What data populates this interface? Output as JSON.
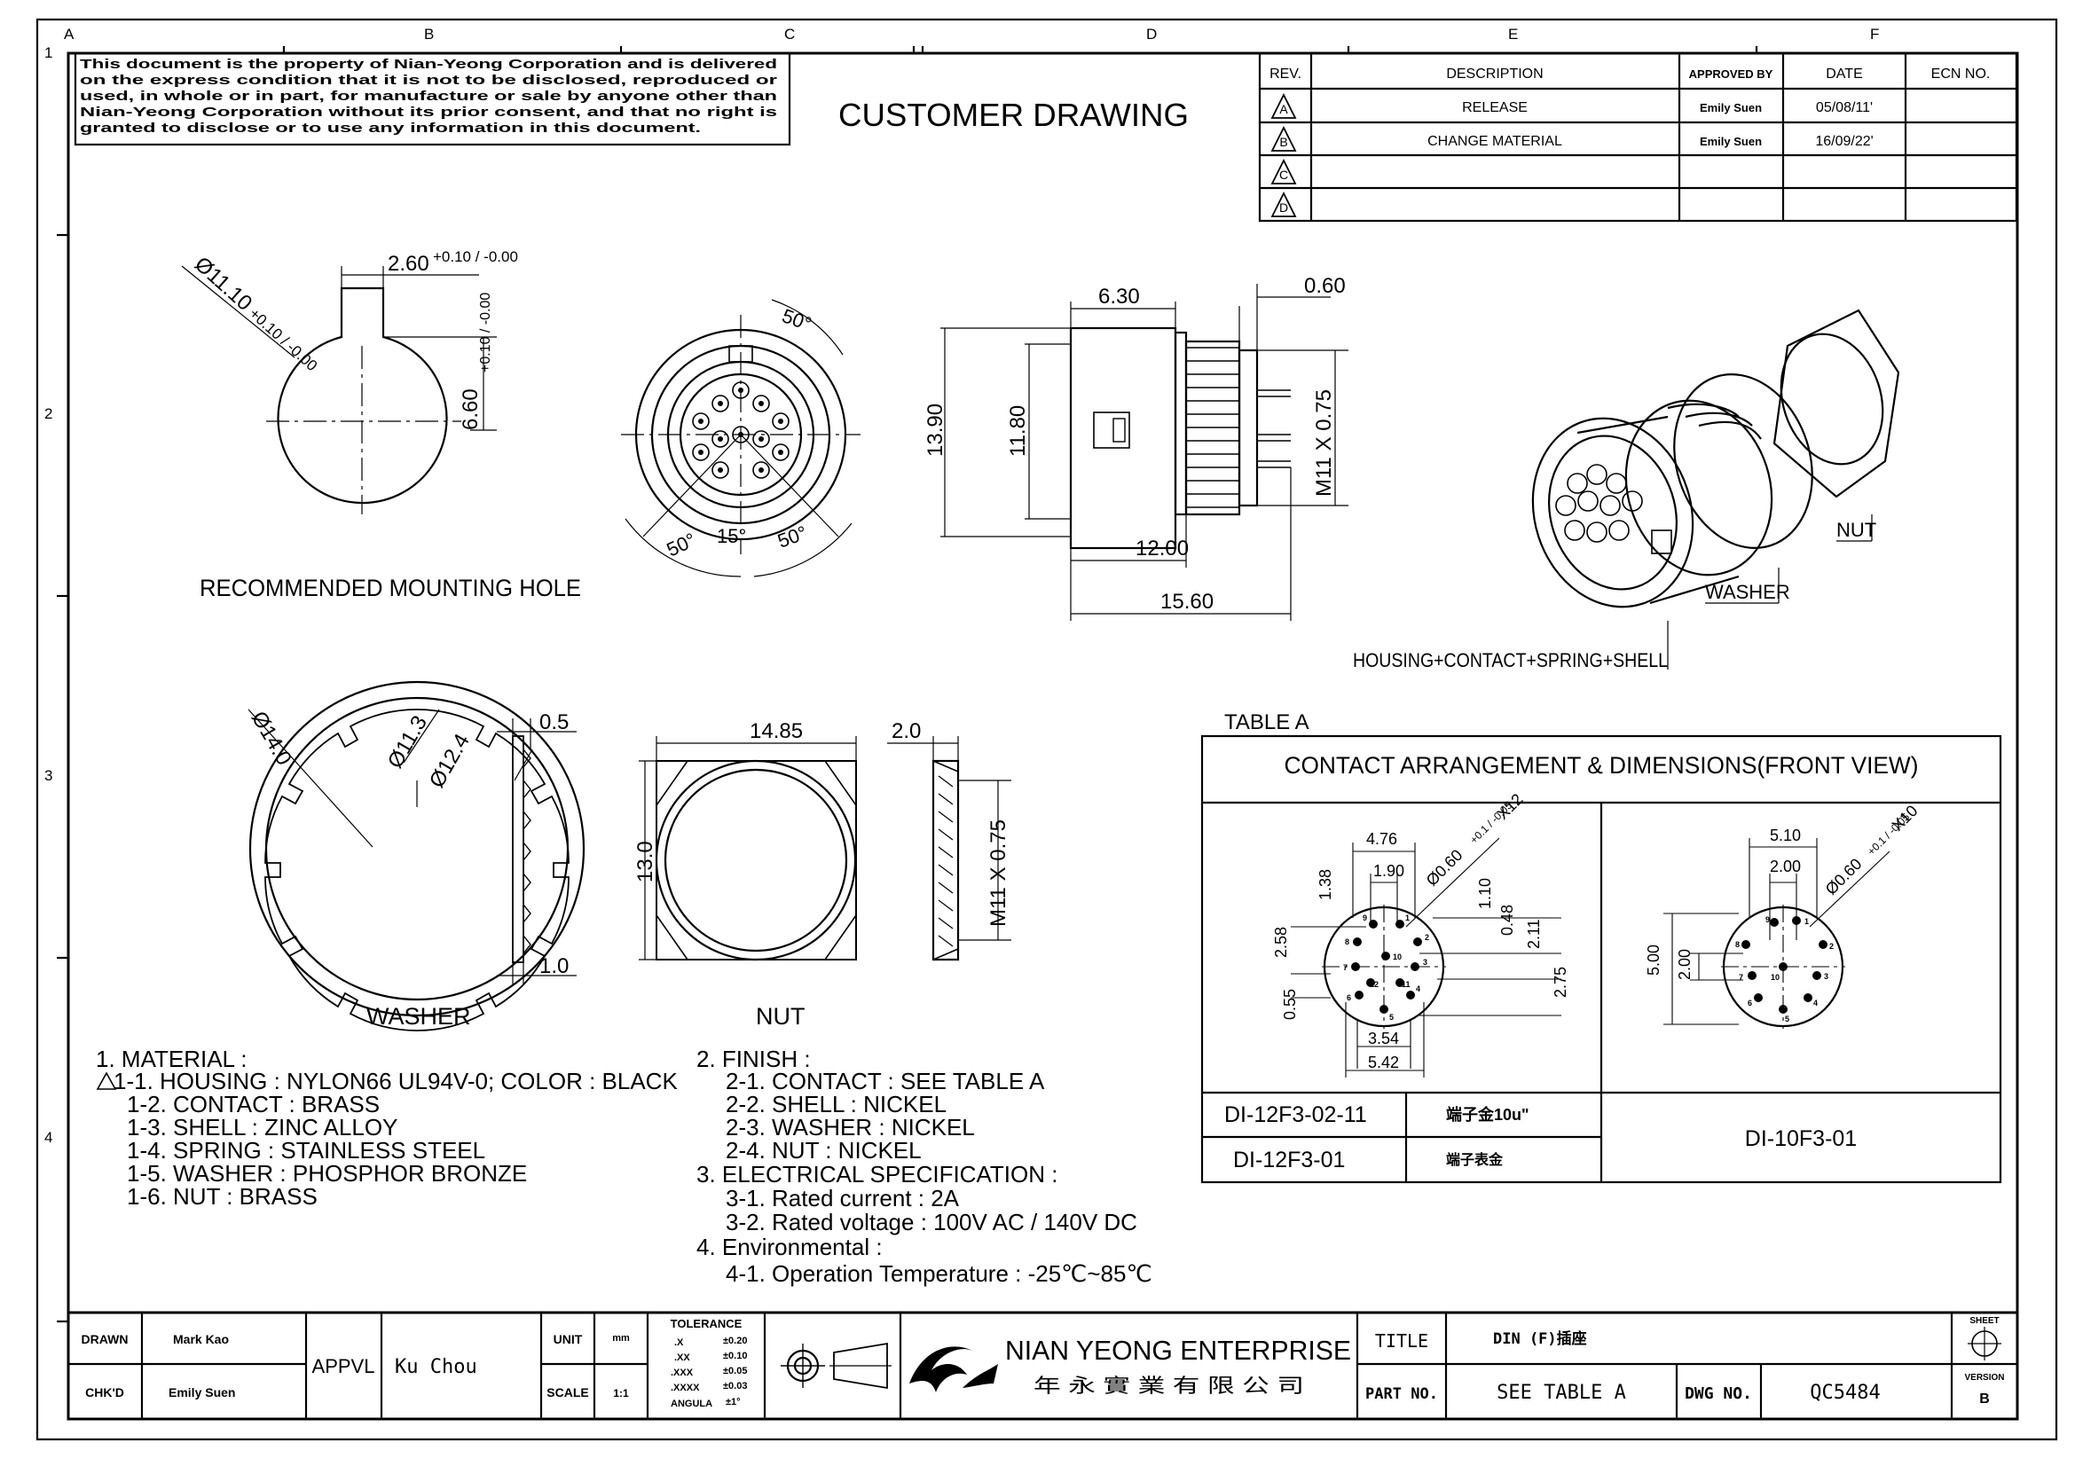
{
  "border": {
    "cols": [
      "A",
      "B",
      "C",
      "D",
      "E",
      "F"
    ],
    "rows": [
      "1",
      "2",
      "3",
      "4"
    ]
  },
  "disclaimer": [
    "This document is the property of Nian-Yeong Corporation and is delivered",
    "on  the  express condition that it is not to be disclosed, reproduced or",
    "used, in whole or in part, for manufacture or sale by anyone other than",
    "Nian-Yeong Corporation without  its prior consent, and that  no right  is",
    "granted to disclose or to use any information in this  document."
  ],
  "drawing_title": "CUSTOMER  DRAWING",
  "revision": {
    "headers": [
      "REV.",
      "DESCRIPTION",
      "APPROVED BY",
      "DATE",
      "ECN NO."
    ],
    "rows": [
      {
        "rev": "A",
        "description": "RELEASE",
        "approved": "Emily Suen",
        "date": "05/08/11'",
        "ecn": ""
      },
      {
        "rev": "B",
        "description": "CHANGE MATERIAL",
        "approved": "Emily Suen",
        "date": "16/09/22'",
        "ecn": ""
      },
      {
        "rev": "C",
        "description": "",
        "approved": "",
        "date": "",
        "ecn": ""
      },
      {
        "rev": "D",
        "description": "",
        "approved": "",
        "date": "",
        "ecn": ""
      }
    ]
  },
  "mounting_hole": {
    "title": "RECOMMENDED  MOUNTING  HOLE",
    "dia": "Ø11.10",
    "dia_tol": "+0.10 / -0.00",
    "key_w": "2.60",
    "key_w_tol": "+0.10 / -0.00",
    "flat": "6.60",
    "flat_tol": "+0.10 / -0.00"
  },
  "front_view": {
    "angles": [
      "50°",
      "50°",
      "15°",
      "50°"
    ]
  },
  "side_view": {
    "d_630": "6.30",
    "d_060": "0.60",
    "d_1390": "13.90",
    "d_1180": "11.80",
    "thread": "M11 X 0.75",
    "d_1200": "12.00",
    "d_1560": "15.60"
  },
  "iso_view": {
    "nut": "NUT",
    "washer": "WASHER",
    "housing": "HOUSING+CONTACT+SPRING+SHELL"
  },
  "washer": {
    "title": "WASHER",
    "d14": "Ø14.0",
    "d113": "Ø11.3",
    "d124": "Ø12.4",
    "t05": "0.5",
    "t10": "1.0"
  },
  "nut": {
    "title": "NUT",
    "w": "14.85",
    "h": "13.0",
    "t": "2.0",
    "thread": "M11 X 0.75"
  },
  "notes_left": [
    "1.  MATERIAL :",
    "1-1.  HOUSING : NYLON66  UL94V-0; COLOR : BLACK",
    "1-2.  CONTACT : BRASS",
    "1-3.  SHELL : ZINC ALLOY",
    "1-4.  SPRING : STAINLESS STEEL",
    "1-5.  WASHER : PHOSPHOR BRONZE",
    "1-6.  NUT : BRASS"
  ],
  "notes_right": [
    "2.  FINISH :",
    "2-1.  CONTACT : SEE TABLE A",
    "2-2.  SHELL : NICKEL",
    "2-3.  WASHER : NICKEL",
    "2-4.  NUT : NICKEL",
    "3.  ELECTRICAL SPECIFICATION :",
    "3-1.  Rated current : 2A",
    "3-2.  Rated voltage : 100V AC / 140V DC",
    "4.  Environmental :",
    "4-1.  Operation Temperature : -25℃~85℃"
  ],
  "table_a": {
    "label": "TABLE A",
    "title": "CONTACT  ARRANGEMENT  &  DIMENSIONS(FRONT  VIEW)",
    "left": {
      "d476": "4.76",
      "d190": "1.90",
      "hole": "Ø0.60",
      "hole_tol": "+0.1 / -0.05",
      "hole_count": "X12",
      "d138": "1.38",
      "d110": "1.10",
      "d048": "0.48",
      "d211": "2.11",
      "d258": "2.58",
      "d275": "2.75",
      "d055": "0.55",
      "d354": "3.54",
      "d542": "5.42",
      "pins": [
        "1",
        "2",
        "3",
        "4",
        "5",
        "6",
        "7",
        "8",
        "9",
        "10",
        "11",
        "12"
      ]
    },
    "right": {
      "d510": "5.10",
      "d200": "2.00",
      "hole": "Ø0.60",
      "hole_tol": "+0.1 / -0.05",
      "hole_count": "X10",
      "d500": "5.00",
      "d200v": "2.00",
      "pins": [
        "1",
        "2",
        "3",
        "4",
        "5",
        "6",
        "7",
        "8",
        "9",
        "10"
      ]
    },
    "parts": [
      {
        "pn": "DI-12F3-02-11",
        "plating": "端子金10u\""
      },
      {
        "pn": "DI-12F3-01",
        "plating": "端子表金"
      }
    ],
    "part_right": "DI-10F3-01"
  },
  "title_block": {
    "drawn_label": "DRAWN",
    "drawn": "Mark Kao",
    "chkd_label": "CHK'D",
    "chkd": "Emily Suen",
    "appvl_label": "APPVL",
    "appvl": "Ku Chou",
    "unit_label": "UNIT",
    "unit": "mm",
    "scale_label": "SCALE",
    "scale": "1:1",
    "tol_label": "TOLERANCE",
    "tolerances": [
      [
        ".X",
        "±0.20"
      ],
      [
        ".XX",
        "±0.10"
      ],
      [
        ".XXX",
        "±0.05"
      ],
      [
        ".XXXX",
        "±0.03"
      ],
      [
        "ANGULA",
        "±1°"
      ]
    ],
    "company_en": "NIAN YEONG ENTERPRISE",
    "company_cn": "年 永 實 業 有 限 公 司",
    "title_label": "TITLE",
    "title": "DIN (F)插座",
    "part_label": "PART NO.",
    "part": "SEE TABLE A",
    "dwg_label": "DWG NO.",
    "dwg": "QC5484",
    "sheet_label": "SHEET",
    "version_label": "VERSION",
    "version": "B"
  }
}
